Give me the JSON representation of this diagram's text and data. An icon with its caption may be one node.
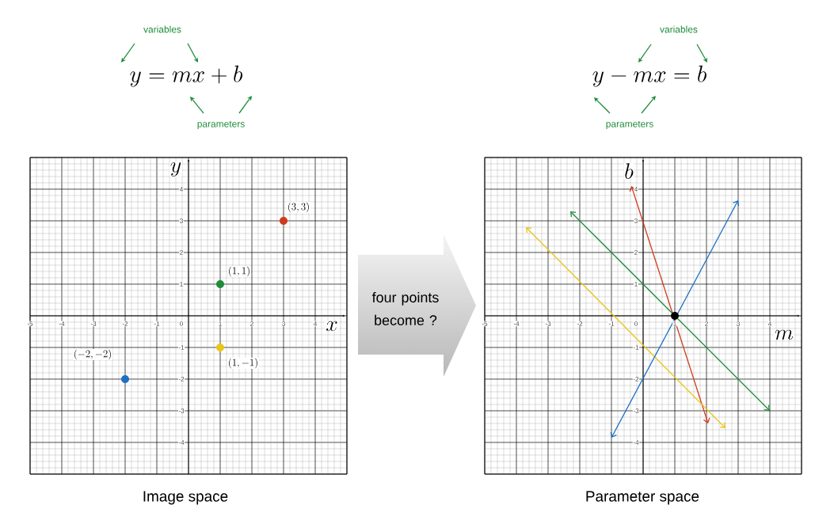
{
  "diagram": {
    "nodes": [
      {
        "text": [
          "variables"
        ]
      },
      {
        "text": [
          "y = mx + b"
        ]
      },
      {
        "text": [
          "parameters"
        ]
      },
      {
        "text": [
          "variables"
        ]
      },
      {
        "text": [
          "y - mx = b"
        ]
      },
      {
        "text": [
          "parameters"
        ]
      },
      {
        "text": [
          "four points become ?"
        ]
      }
    ],
    "edges": [
      {
        "from": 0,
        "to": 1,
        "arrow": "to"
      },
      {
        "from": 0,
        "to": 1,
        "arrow": "to"
      },
      {
        "from": 2,
        "to": 1,
        "arrow": "to"
      },
      {
        "from": 2,
        "to": 1,
        "arrow": "to"
      },
      {
        "from": 3,
        "to": 4,
        "arrow": "to"
      },
      {
        "from": 3,
        "to": 4,
        "arrow": "to"
      },
      {
        "from": 5,
        "to": 4,
        "arrow": "to"
      },
      {
        "from": 5,
        "to": 4,
        "arrow": "to"
      }
    ],
    "labels": [
      "y",
      "(3,3)",
      "(1,1)",
      "x",
      "(-2,-2)",
      "(1,-1)",
      "-5",
      "-4",
      "-3",
      "-2",
      "-1",
      "0",
      "1",
      "2",
      "3",
      "4",
      "4",
      "3",
      "2",
      "1",
      "-1",
      "-2",
      "-3",
      "-4",
      "Image space",
      "b",
      "m",
      "-5",
      "-4",
      "-3",
      "-2",
      "-1",
      "0",
      "1",
      "2",
      "3",
      "4",
      "4",
      "3",
      "2",
      "1",
      "-1",
      "-2",
      "-3",
      "-4",
      "Parameter space"
    ]
  }
}
